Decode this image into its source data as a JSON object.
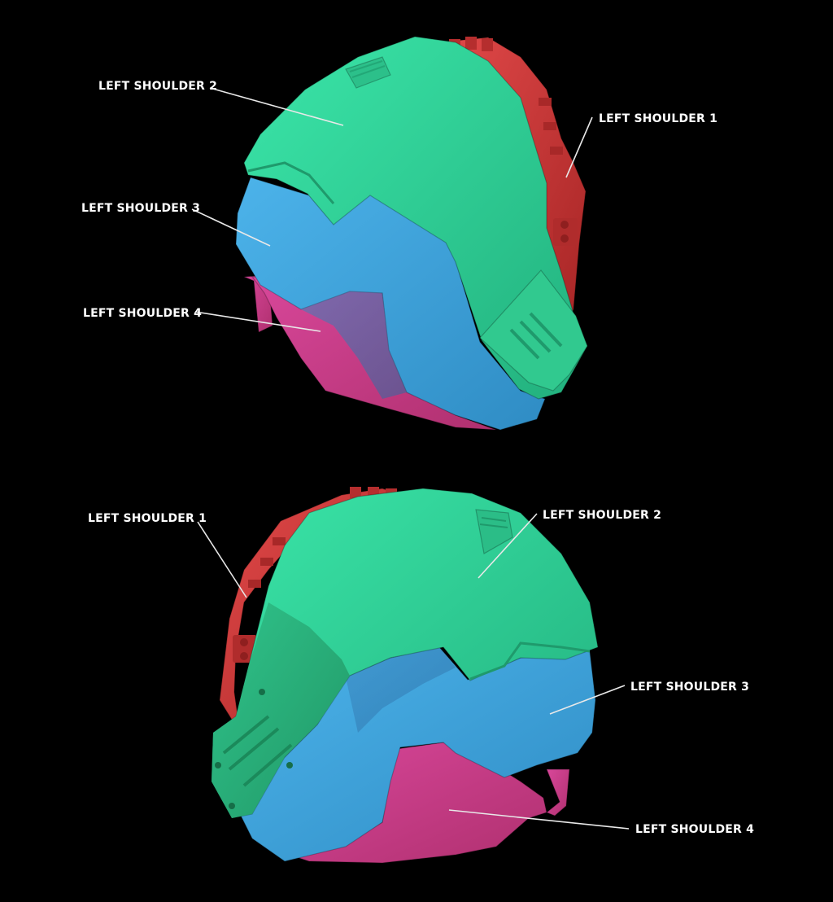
{
  "colors": {
    "background": "#000000",
    "part_1": "#d63a3a",
    "part_2": "#2fd89b",
    "part_3": "#3aa3dd",
    "part_4": "#cc3f8c",
    "label_text": "#ffffff",
    "leader_line": "#e8e8e8"
  },
  "views": [
    {
      "id": "top-view",
      "labels": {
        "part_1": "LEFT SHOULDER 1",
        "part_2": "LEFT SHOULDER 2",
        "part_3": "LEFT SHOULDER 3",
        "part_4": "LEFT SHOULDER 4"
      }
    },
    {
      "id": "bottom-view",
      "labels": {
        "part_1": "LEFT SHOULDER 1",
        "part_2": "LEFT SHOULDER 2",
        "part_3": "LEFT SHOULDER 3",
        "part_4": "LEFT SHOULDER 4"
      }
    }
  ]
}
